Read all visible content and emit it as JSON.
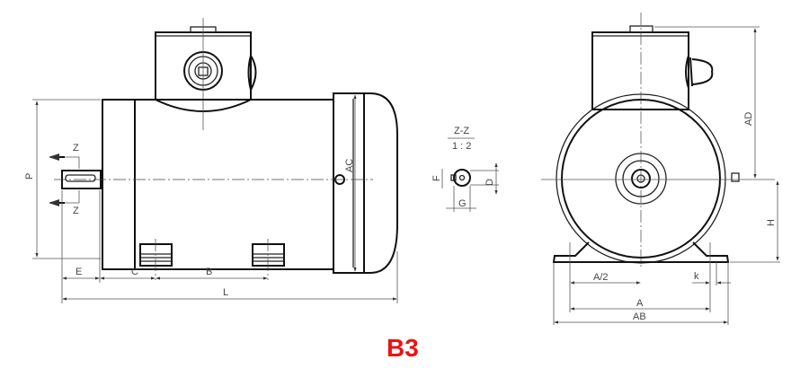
{
  "title": "B3",
  "title_color": "#ee1111",
  "side_view": {
    "labels": {
      "P": "P",
      "AC": "AC",
      "E": "E",
      "C": "C",
      "B": "B",
      "L": "L",
      "Z_top": "Z",
      "Z_bottom": "Z"
    }
  },
  "section_view": {
    "title": "Z-Z",
    "scale": "1 : 2",
    "labels": {
      "F": "F",
      "D": "D",
      "G": "G"
    }
  },
  "front_view": {
    "labels": {
      "AD": "AD",
      "H": "H",
      "A_half": "A/2",
      "k": "k",
      "A": "A",
      "AB": "AB"
    }
  }
}
